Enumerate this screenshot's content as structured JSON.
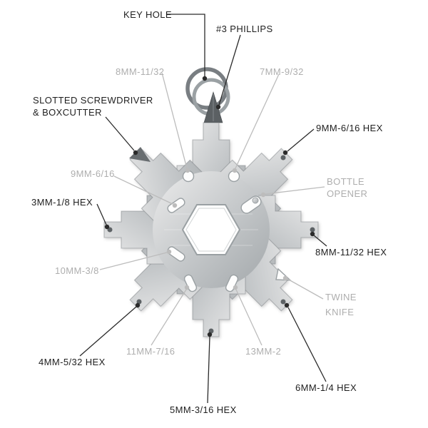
{
  "colors": {
    "label_dark": "#1f1f1f",
    "label_gray": "#aeaeae",
    "line_dark": "#2b2b2b",
    "line_gray": "#bcbcbc",
    "steel_light": "#ececec",
    "steel_dark": "#a2a7aa"
  },
  "callouts": {
    "key_hole": "KEY HOLE",
    "phillips": "#3 PHILLIPS",
    "hole_8mm": "8MM-11/32",
    "hole_7mm": "7MM-9/32",
    "slotted": "SLOTTED SCREWDRIVER\n& BOXCUTTER",
    "hex_9mm": "9MM-6/16 HEX",
    "wrench_9mm": "9MM-6/16",
    "bottle_opener": "BOTTLE\nOPENER",
    "hex_3mm": "3MM-1/8 HEX",
    "hex_8mm": "8MM-11/32 HEX",
    "wrench_10mm": "10MM-3/8",
    "twine_knife": "TWINE\nKNIFE",
    "hex_4mm": "4MM-5/32 HEX",
    "wrench_11mm": "11MM-7/16",
    "wrench_13mm": "13MM-2",
    "hex_6mm": "6MM-1/4 HEX",
    "hex_5mm": "5MM-3/16 HEX"
  }
}
